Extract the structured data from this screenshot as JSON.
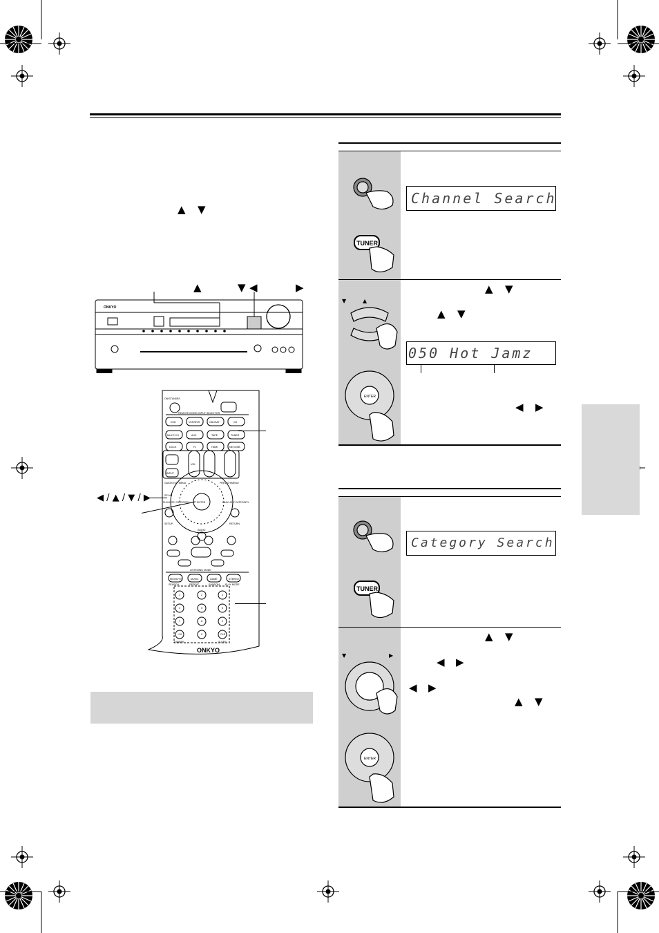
{
  "arrows": {
    "up": "▲",
    "down": "▼",
    "left": "◀",
    "right": "▶",
    "left_up_down_right": "◀ / ▲ / ▼ / ▶"
  },
  "displays": {
    "channel_search": "Channel Search",
    "channel_number_name": "050 Hot Jamz",
    "category_search": "Category Search"
  },
  "buttons": {
    "tuner_label": "TUNER",
    "enter_label": "ENTER"
  },
  "remote_labels": {
    "standby": "ON/STANDBY",
    "remote_mode_input_selector": "REMOTE MODE/ INPUT SELECTOR",
    "dvd": "DVD",
    "vcr_dvr": "VCR/DVR",
    "cbl_sat": "CBL/SAT",
    "cd": "CD",
    "multi_ch": "MULTI CH",
    "aux": "AUX",
    "tape": "TAPE",
    "tuner": "TUNER",
    "dock": "DOCK",
    "tv": "TV",
    "hdmi": "HDMI",
    "net_usb": "NET/USB",
    "vol": "VOL",
    "input": "INPUT",
    "guide_top_menu": "GUIDE/TOP MENU",
    "prev_ch_menu": "PREV CH/MENU",
    "sp_a_b": "SP A/B",
    "playlist_category": "PLAYLIST/ CATEGORY",
    "setup": "SETUP",
    "audio": "AUDIO",
    "return": "RETURN",
    "listening_mode": "LISTENING MODE",
    "movie_tv": "MOVIE/TV",
    "music": "MUSIC",
    "game": "GAME",
    "stereo": "STEREO",
    "search": "SEARCH",
    "repeat": "REPEAT",
    "random": "RANDOM",
    "play_mode": "PLAY MODE",
    "dimmer": "DIMMER",
    "sleep": "SLEEP",
    "clr": "CLR",
    "display": "DISPLAY",
    "brand": "ONKYO",
    "digits": [
      "1",
      "2",
      "3",
      "4",
      "5",
      "6",
      "7",
      "8",
      "9",
      "+10",
      "0"
    ]
  },
  "receiver": {
    "brand": "ONKYO"
  }
}
